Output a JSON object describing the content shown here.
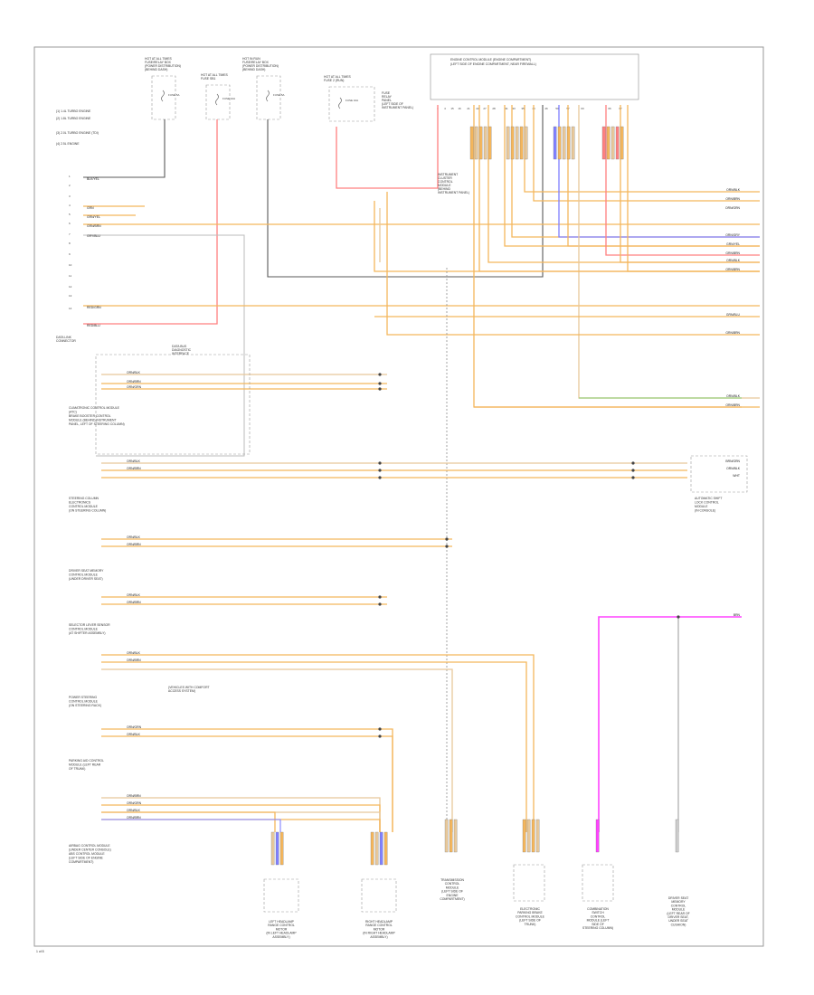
{
  "diagram": {
    "page_number": "1 of 8",
    "colors": {
      "orange": "#f4b65c",
      "tan": "#e8c89a",
      "red": "#ff8080",
      "gray": "#888888",
      "dark": "#5a5a5a",
      "green": "#9ccd7a",
      "blue": "#8080ff",
      "magenta": "#ff44ff",
      "yellow": "#f0e070"
    },
    "fuse_boxes": {
      "f1": [
        "HOT AT ALL TIMES",
        "FUSE/RELAY BOX",
        "(POWER DISTRIBUTION)",
        "(BEHIND DASH)"
      ],
      "f2": [
        "HOT AT ALL TIMES",
        "FUSE SB1"
      ],
      "f3": [
        "HOT IN RUN",
        "FUSE/RELAY BOX",
        "(POWER DISTRIBUTION)",
        "(BEHIND DASH)"
      ],
      "f4": [
        "HOT AT ALL TIMES",
        "FUSE 2 (RUN)"
      ],
      "fuse_labels": [
        "FUSE 5A",
        "FUSE 10A",
        "FUSE 5A",
        "FUSE 10A"
      ],
      "f4_note": [
        "FUSE",
        "RELAY",
        "PANEL",
        "(LEFT SIDE OF",
        "INSTRUMENT PANEL)"
      ]
    },
    "ecm": {
      "title_1": "ENGINE CONTROL MODULE (ENGINE COMPARTMENT)",
      "title_2": "(LEFT SIDE OF ENGINE COMPARTMENT, NEAR FIREWALL)",
      "pins": [
        "2",
        "4",
        "15",
        "16",
        "21",
        "22",
        "27",
        "28",
        "31",
        "33",
        "35",
        "40",
        "46",
        "50",
        "57",
        "63",
        "66",
        "67"
      ]
    },
    "legend": {
      "items": [
        "(1) 1.4L TURBO ENGINE",
        "(2) 1.8L TURBO ENGINE",
        "(3) 2.0L TURBO ENGINE (TDI)",
        "(4) 2.5L ENGINE"
      ]
    },
    "connector_pins": [
      "1",
      "2",
      "3",
      "4",
      "5",
      "6",
      "7",
      "8",
      "9",
      "10",
      "11",
      "12",
      "13",
      "14"
    ],
    "wire_labels": {
      "top": [
        "BLK/YEL",
        "GRN",
        "GRN/YEL",
        "GRN/BRN",
        "GRY/BLU",
        "RED/GRN",
        "RED/BLU"
      ],
      "right": [
        "ORN/BLK",
        "ORN/BRN",
        "ORN/GRN",
        "ORN/GRY",
        "GRN/YEL",
        "GRN/BRN",
        "ORN/BLK",
        "ORN/BRN",
        "GRN/BLU",
        "GRN/BRN",
        "ORN/BLK",
        "ORN/BRN",
        "BRN/GRN",
        "ORN/BLK",
        "WHT",
        "BRN"
      ],
      "lower": [
        "ORN/BLK",
        "ORN/BRN",
        "ORN/GRN",
        "ORN/BLK",
        "ORN/BRN",
        "ORN/BLK",
        "ORN/BRN",
        "ORN/BLK",
        "ORN/BRN",
        "ORN/BLK",
        "ORN/BRN",
        "ORN/GRN",
        "ORN/BLK",
        "ORN/BRN",
        "ORN/GRN",
        "ORN/BLK",
        "ORN/BRN"
      ]
    },
    "modules": {
      "data_link": [
        "DATA LINK",
        "CONNECTOR"
      ],
      "gateway": [
        "DATA BUS",
        "DIAGNOSTIC",
        "INTERFACE"
      ],
      "hvac": [
        "CLIMATRONIC CONTROL MODULE",
        "(ATC)",
        "BRAKE BOOSTER CONTROL",
        "MODULE (BEHIND INSTRUMENT",
        "PANEL, LEFT OF STEERING COLUMN)"
      ],
      "steering": [
        "STEERING COLUMN",
        "ELECTRONICS",
        "CONTROL MODULE",
        "(ON STEERING COLUMN)"
      ],
      "seat": [
        "DRIVER SEAT MEMORY",
        "CONTROL MODULE",
        "(UNDER DRIVER SEAT)"
      ],
      "selector": [
        "SELECTOR LEVER SENSOR",
        "CONTROL MODULE",
        "(AT SHIFTER ASSEMBLY)"
      ],
      "power_steering": [
        "POWER STEERING",
        "CONTROL MODULE",
        "(ON STEERING RACK)"
      ],
      "parking": [
        "PARKING AID CONTROL",
        "MODULE (LEFT REAR",
        "OF TRUNK)"
      ],
      "airbag": [
        "AIRBAG CONTROL MODULE",
        "(UNDER CENTER CONSOLE)",
        "ABS CONTROL MODULE",
        "(LEFT SIDE OF ENGINE",
        "COMPARTMENT)"
      ],
      "instrument": [
        "INSTRUMENT",
        "CLUSTER",
        "CONTROL",
        "MODULE",
        "(BEHIND",
        "INSTRUMENT PANEL)"
      ],
      "autoshift": [
        "AUTOMATIC SHIFT",
        "LOCK CONTROL",
        "MODULE",
        "(IN CONSOLE)"
      ],
      "comfort_note": [
        "(VEHICLES WITH COMFORT",
        "ACCESS SYSTEM)"
      ]
    },
    "bottom_components": {
      "b1": [
        "LEFT HEADLAMP",
        "RANGE CONTROL",
        "MOTOR",
        "(IN LEFT HEADLAMP",
        "ASSEMBLY)"
      ],
      "b2": [
        "RIGHT HEADLAMP",
        "RANGE CONTROL",
        "MOTOR",
        "(IN RIGHT HEADLAMP",
        "ASSEMBLY)"
      ],
      "b3": [
        "TRANSMISSION",
        "CONTROL",
        "MODULE",
        "(LEFT SIDE OF",
        "ENGINE",
        "COMPARTMENT)"
      ],
      "b4": [
        "ELECTRONIC",
        "PARKING BRAKE",
        "CONTROL MODULE",
        "(LEFT SIDE OF",
        "TRUNK)"
      ],
      "b5": [
        "COMBINATION",
        "SWITCH",
        "CONTROL",
        "MODULE (LEFT",
        "SIDE OF",
        "STEERING COLUMN)"
      ],
      "b6": [
        "DRIVER SEAT",
        "MEMORY",
        "CONTROL",
        "MODULE",
        "(LEFT REAR OF",
        "DRIVER SEAT,",
        "UNDER SEAT",
        "CUSHION)"
      ]
    }
  }
}
